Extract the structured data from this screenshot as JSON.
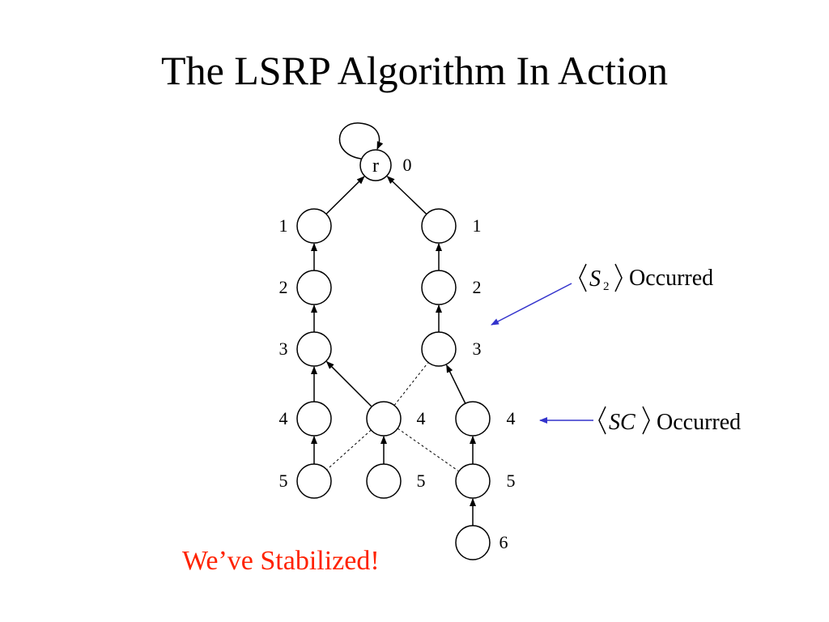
{
  "slide": {
    "title": "The LSRP Algorithm In Action",
    "footer": "We’ve Stabilized!"
  },
  "graph": {
    "root_label": "r",
    "nodes": [
      {
        "id": "r",
        "dist": "0"
      },
      {
        "id": "L1",
        "dist": "1"
      },
      {
        "id": "L2",
        "dist": "2"
      },
      {
        "id": "L3",
        "dist": "3"
      },
      {
        "id": "L4",
        "dist": "4"
      },
      {
        "id": "L5",
        "dist": "5"
      },
      {
        "id": "R1",
        "dist": "1"
      },
      {
        "id": "R2",
        "dist": "2"
      },
      {
        "id": "R3",
        "dist": "3"
      },
      {
        "id": "M4",
        "dist": "4"
      },
      {
        "id": "M5",
        "dist": "5"
      },
      {
        "id": "R4",
        "dist": "4"
      },
      {
        "id": "R5",
        "dist": "5"
      },
      {
        "id": "R6",
        "dist": "6"
      }
    ],
    "edges": [
      {
        "from": "L1",
        "to": "r",
        "style": "solid"
      },
      {
        "from": "R1",
        "to": "r",
        "style": "solid"
      },
      {
        "from": "L2",
        "to": "L1",
        "style": "solid"
      },
      {
        "from": "L3",
        "to": "L2",
        "style": "solid"
      },
      {
        "from": "L4",
        "to": "L3",
        "style": "solid"
      },
      {
        "from": "L5",
        "to": "L4",
        "style": "solid"
      },
      {
        "from": "R2",
        "to": "R1",
        "style": "solid"
      },
      {
        "from": "R3",
        "to": "R2",
        "style": "solid"
      },
      {
        "from": "M4",
        "to": "L3",
        "style": "solid"
      },
      {
        "from": "M5",
        "to": "M4",
        "style": "solid"
      },
      {
        "from": "R4",
        "to": "R3",
        "style": "solid"
      },
      {
        "from": "R5",
        "to": "R4",
        "style": "solid"
      },
      {
        "from": "R6",
        "to": "R5",
        "style": "solid"
      },
      {
        "from": "M4",
        "to": "R3",
        "style": "dashed"
      },
      {
        "from": "M4",
        "to": "L5",
        "style": "dashed"
      },
      {
        "from": "M4",
        "to": "R5",
        "style": "dashed"
      }
    ]
  },
  "annotations": [
    {
      "symbol": "S",
      "subscript": "2",
      "text": "Occurred",
      "arrow_color": "#3333cc"
    },
    {
      "symbol": "SC",
      "subscript": "",
      "text": "Occurred",
      "arrow_color": "#3333cc"
    }
  ]
}
